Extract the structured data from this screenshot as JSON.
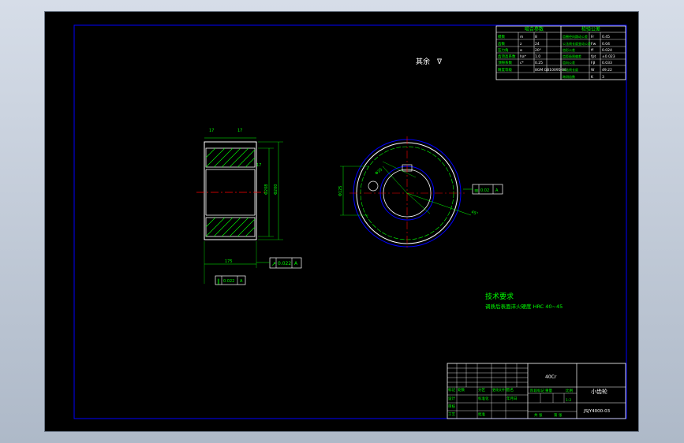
{
  "colors": {
    "background": "#000000",
    "frame": "#0000ff",
    "outline": "#ffffff",
    "centerline": "#ff0000",
    "text": "#00ff00",
    "dimension": "#00ff00"
  },
  "roughness_note": "其余",
  "tech_requirements": {
    "title": "技术要求",
    "line1": "调质后表面淬火硬度 HRC 40~45"
  },
  "param_table": {
    "header_left": "啮合参数",
    "header_right": "检验公差",
    "rows": [
      {
        "l": "模数",
        "c1": "m",
        "c2": "8",
        "r": "齿圈径向跳动公差",
        "s": "Fr",
        "v": "0.45"
      },
      {
        "l": "齿数",
        "c1": "z",
        "c2": "24",
        "r": "公法线长度变动公差",
        "s": "Fw",
        "v": "0.04"
      },
      {
        "l": "压力角",
        "c1": "α",
        "c2": "20°",
        "r": "齿形公差",
        "s": "ff",
        "v": "0.024"
      },
      {
        "l": "齿顶高系数",
        "c1": "ha*",
        "c2": "1.0",
        "r": "齿距极限偏差",
        "s": "fpt",
        "v": "±0.023"
      },
      {
        "l": "顶隙系数",
        "c1": "c*",
        "c2": "0.25",
        "r": "齿向公差",
        "s": "Fβ",
        "v": "0.033"
      },
      {
        "l": "精度等级",
        "c1": "",
        "c2": "8GM GB10095-88",
        "r": "公法线长度",
        "s": "W",
        "v": "49.22"
      },
      {
        "l": "",
        "c1": "",
        "c2": "",
        "r": "跨测齿数",
        "s": "K",
        "v": "3"
      }
    ]
  },
  "left_view": {
    "dim_top_a": "17",
    "dim_top_b": "17",
    "dim_dia1": "Φ208",
    "dim_dia2": "Φ200",
    "dim_width": "175",
    "dim_small": "17",
    "tol_runout": "0.022",
    "tol_datum": "A",
    "tol_parallel": "0.022",
    "tol_parallel_ref": "A"
  },
  "right_view": {
    "dim_bore": "Φ125",
    "dim_hole": "Φ35",
    "tol_box": "0.02",
    "tol_datum": "A",
    "note_angle": "45°"
  },
  "title_block": {
    "material": "40Cr",
    "part_name": "小齿轮",
    "drawing_no": "JSJY4000-03",
    "stage": "阶段标记",
    "weight": "重量",
    "scale": "比例",
    "scale_value": "1:2",
    "sheet": "共 张",
    "sheet2": "第 张",
    "design": "设计",
    "check": "审核",
    "process": "工艺",
    "approve": "批准",
    "std": "标准化",
    "mark": "标记",
    "count": "处数",
    "zone": "分区",
    "change_doc": "更改文件号",
    "sign": "签名",
    "date": "年月日"
  }
}
